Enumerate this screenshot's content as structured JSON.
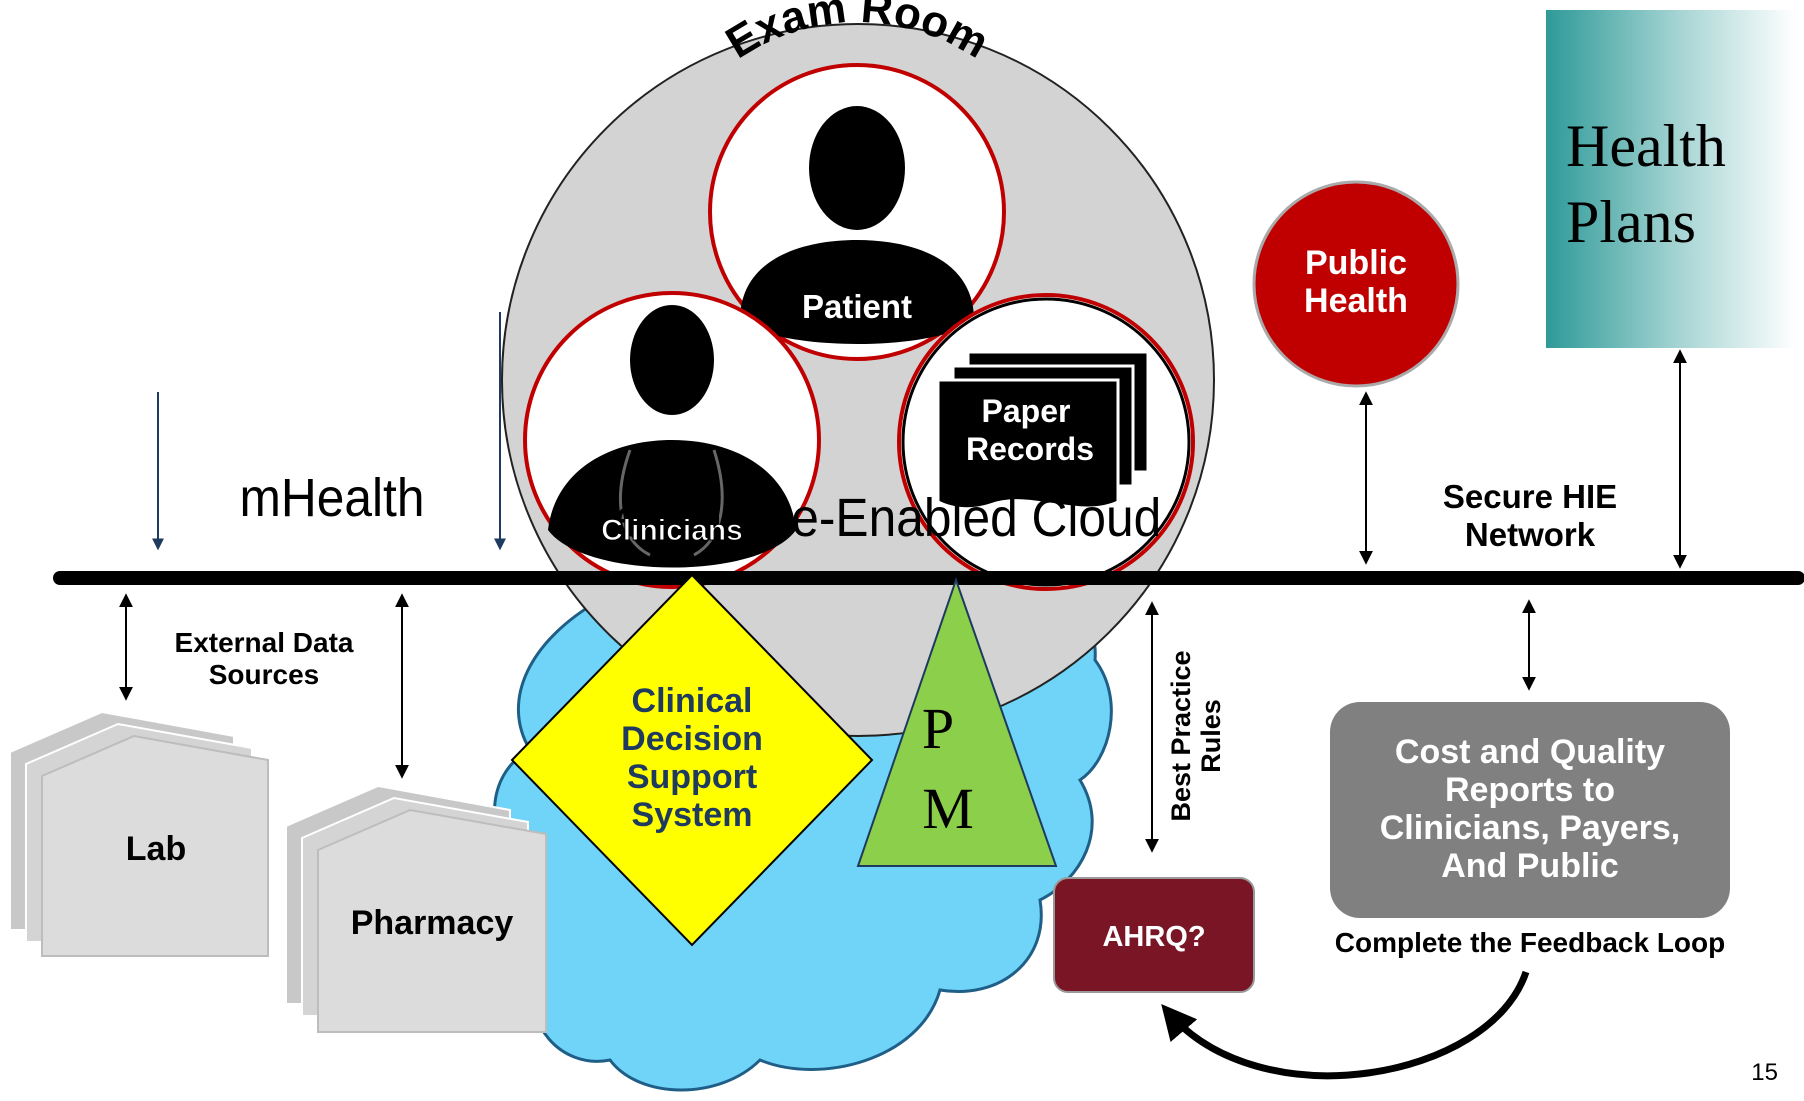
{
  "exam_room": {
    "title": "Exam Room",
    "patient": "Patient",
    "clinicians": "Clinicians",
    "paper_records": [
      "Paper",
      "Records"
    ]
  },
  "cloud": {
    "mhealth": "mHealth",
    "cloud_label": "Healthcare-Enabled Cloud",
    "cdss": [
      "Clinical",
      "Decision",
      "Support",
      "System"
    ],
    "pm": [
      "P",
      "M"
    ]
  },
  "external": {
    "sources": [
      "External Data",
      "Sources"
    ],
    "lab": "Lab",
    "pharmacy": "Pharmacy"
  },
  "network": {
    "secure_hie": [
      "Secure HIE",
      "Network"
    ],
    "public_health": [
      "Public",
      "Health"
    ],
    "health_plans": [
      "Health",
      "Plans"
    ],
    "best_practice": [
      "Best Practice",
      "Rules"
    ],
    "ahrq": "AHRQ?",
    "reports": [
      "Cost and Quality",
      "Reports to",
      "Clinicians, Payers,",
      "And Public"
    ],
    "feedback": "Complete the Feedback Loop"
  },
  "page_number": "15",
  "colors": {
    "cloud_fill": "#6fd4f8",
    "cloud_stroke": "#1f5e86",
    "exam_room_fill": "#d3d3d3",
    "cdss_fill": "#ffff00",
    "pm_fill": "#8ccf4a",
    "public_health_fill": "#c00000",
    "ahrq_fill": "#7a1526",
    "reports_fill": "#808080",
    "health_plans_teal": "#2e9a98",
    "network_line": "#000000"
  }
}
